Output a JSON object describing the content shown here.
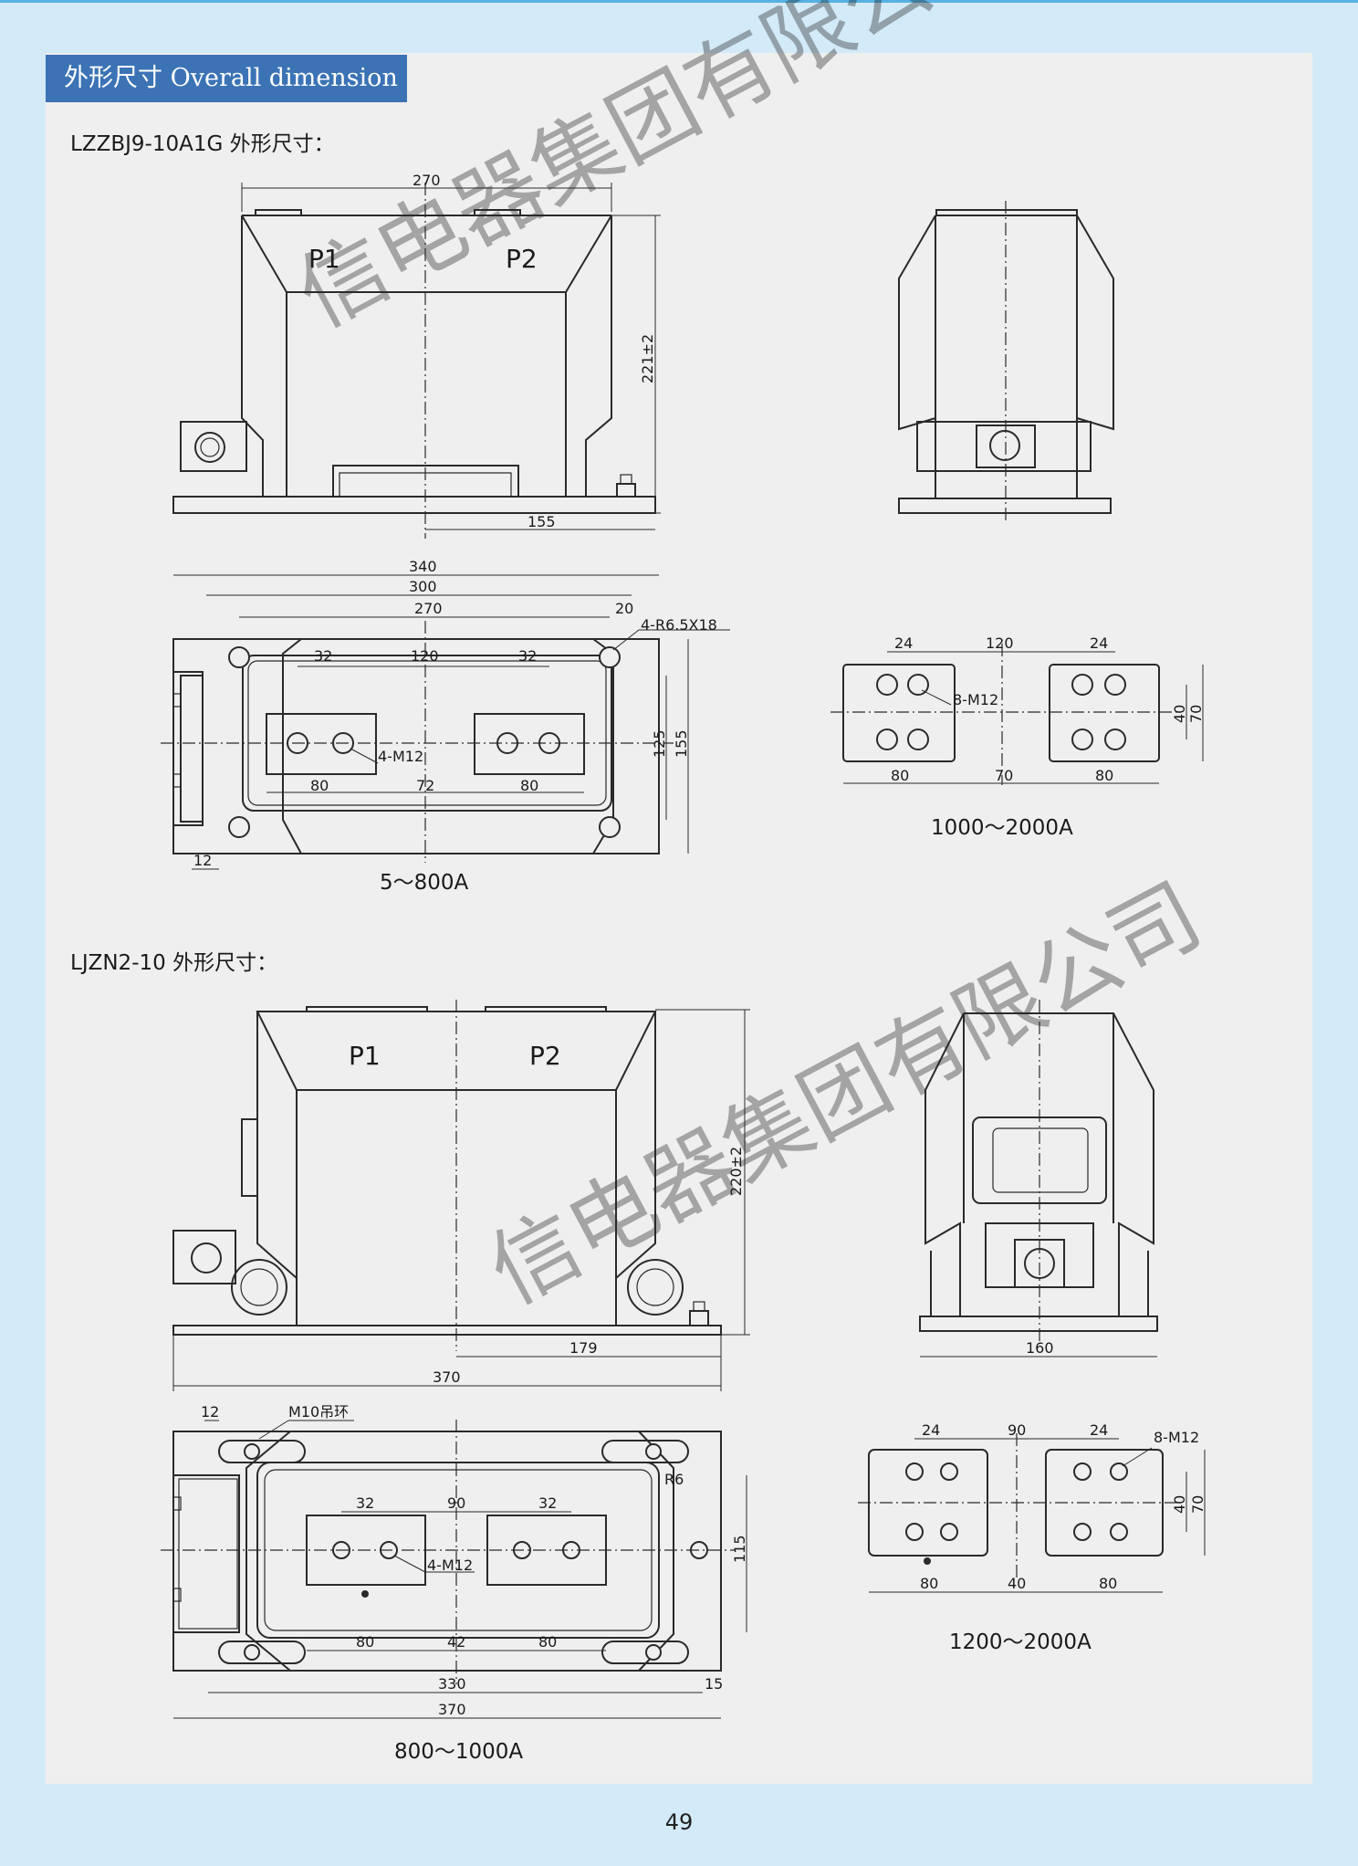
{
  "header": {
    "title": "外形尺寸 Overall dimension"
  },
  "section1": {
    "title": "LZZBJ9-10A1G 外形尺寸：",
    "terminals": [
      "P1",
      "P2"
    ],
    "front_dims": {
      "width": "270",
      "height": "221±2",
      "offset": "155"
    },
    "plan_dims": {
      "d340": "340",
      "d300": "300",
      "d270": "270",
      "d20": "20",
      "slot": "4-R6.5X18",
      "d32a": "32",
      "d120": "120",
      "d32b": "32",
      "bolt": "4-M12",
      "d125": "125",
      "d155": "155",
      "d80a": "80",
      "d72": "72",
      "d80b": "80",
      "d12": "12"
    },
    "caption_main": "5～800A",
    "alt_dims": {
      "d24a": "24",
      "d120": "120",
      "d24b": "24",
      "bolt": "8-M12",
      "d40": "40",
      "d70": "70",
      "d80a": "80",
      "d70b": "70",
      "d80b": "80"
    },
    "caption_alt": "1000～2000A"
  },
  "section2": {
    "title": "LJZN2-10 外形尺寸：",
    "terminals": [
      "P1",
      "P2"
    ],
    "front_dims": {
      "height": "220±2",
      "offset": "179",
      "width": "370"
    },
    "side_dims": {
      "width": "160"
    },
    "plan_dims": {
      "d12": "12",
      "ring": "M10吊环",
      "r6": "R6",
      "d32a": "32",
      "d90": "90",
      "d32b": "32",
      "bolt": "4-M12",
      "d115": "115",
      "d80a": "80",
      "d42": "42",
      "d80b": "80",
      "d330": "330",
      "d15": "15",
      "d370": "370"
    },
    "caption_main": "800～1000A",
    "alt_dims": {
      "d24a": "24",
      "d90": "90",
      "d24b": "24",
      "bolt": "8-M12",
      "d40": "40",
      "d70": "70",
      "d80a": "80",
      "d40b": "40",
      "d80b": "80"
    },
    "caption_alt": "1200～2000A"
  },
  "watermark": "信电器集团有限公司",
  "page_number": "49"
}
